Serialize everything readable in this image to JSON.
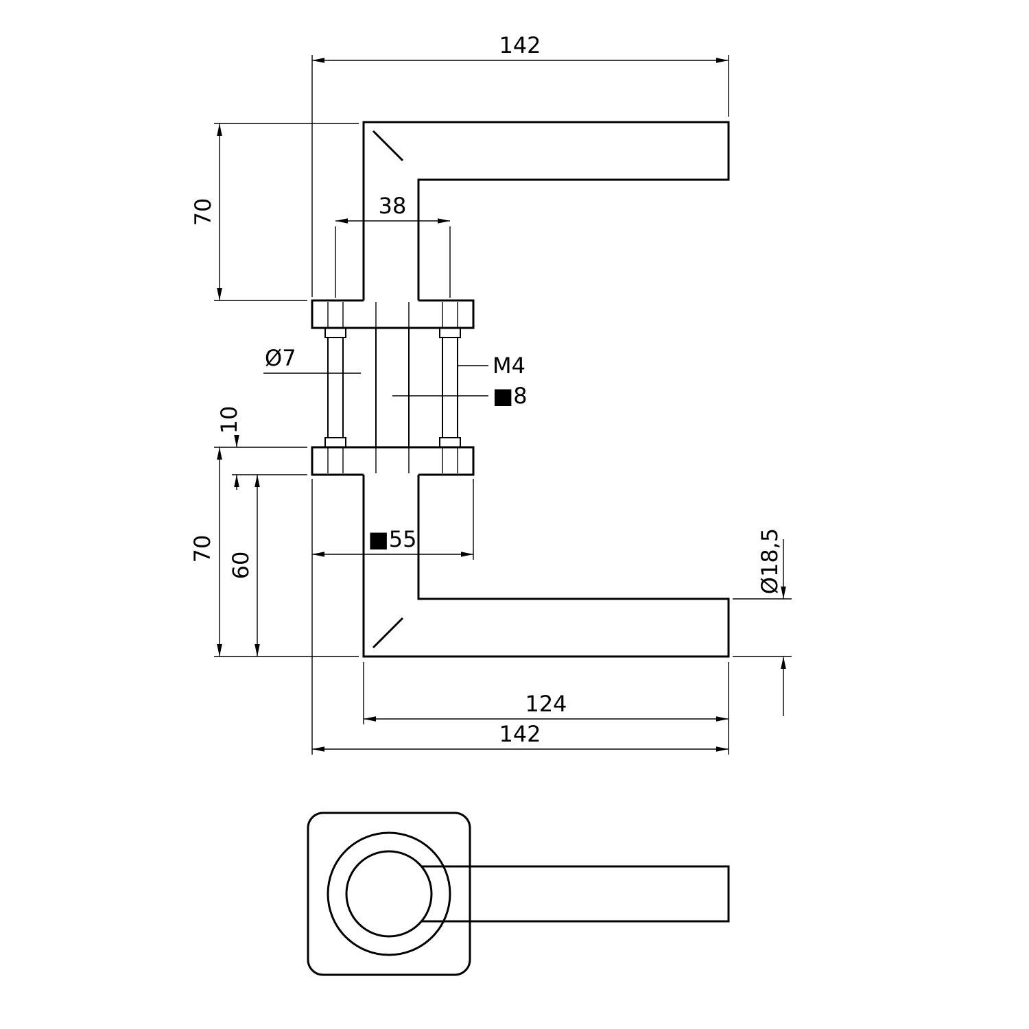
{
  "meta": {
    "type": "technical drawing",
    "subject": "door lever handle pair on square rosette with M4 fixing screws and square spindle",
    "line_color": "#000000",
    "background_color": "#ffffff"
  },
  "dims": {
    "top_total": "142",
    "top_projection": "70",
    "hole_spacing": "38",
    "hole_diameter": "Ø7",
    "thread": "M4",
    "spindle": "■8",
    "rosette_thickness": "10",
    "bottom_projection": "70",
    "inner_projection": "60",
    "rosette_size": "■55",
    "grip_length": "124",
    "bottom_total": "142",
    "tube_diameter": "Ø18,5"
  }
}
